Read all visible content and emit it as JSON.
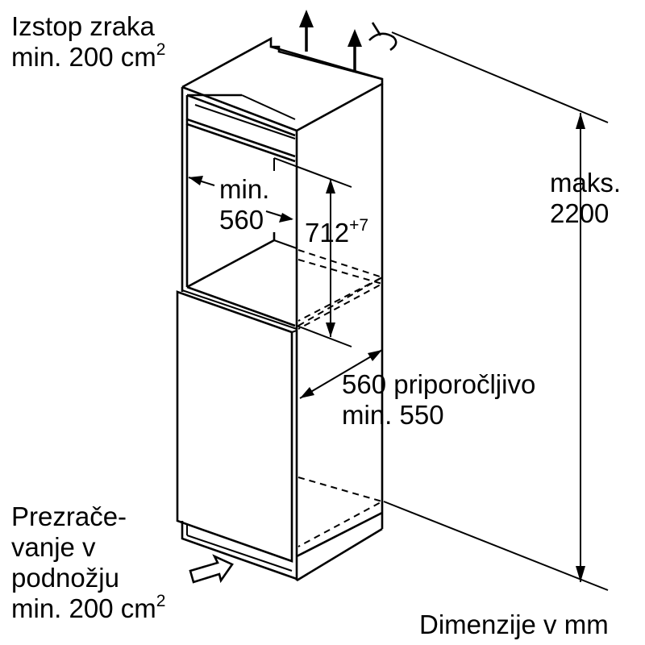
{
  "labels": {
    "air_outlet_line1": "Izstop zraka",
    "air_outlet_line2": "min. 200 cm",
    "air_outlet_sup": "2",
    "width_line1": "min.",
    "width_line2": "560",
    "height_value": "712",
    "height_sup": "+7",
    "total_height_line1": "maks.",
    "total_height_line2": "2200",
    "depth_line1": "560 priporočljivo",
    "depth_line2": "min. 550",
    "plinth_line1": "Prezrače-",
    "plinth_line2": "vanje v",
    "plinth_line3": "podnožju",
    "plinth_line4": "min. 200 cm",
    "plinth_sup": "2",
    "units": "Dimenzije v mm"
  }
}
